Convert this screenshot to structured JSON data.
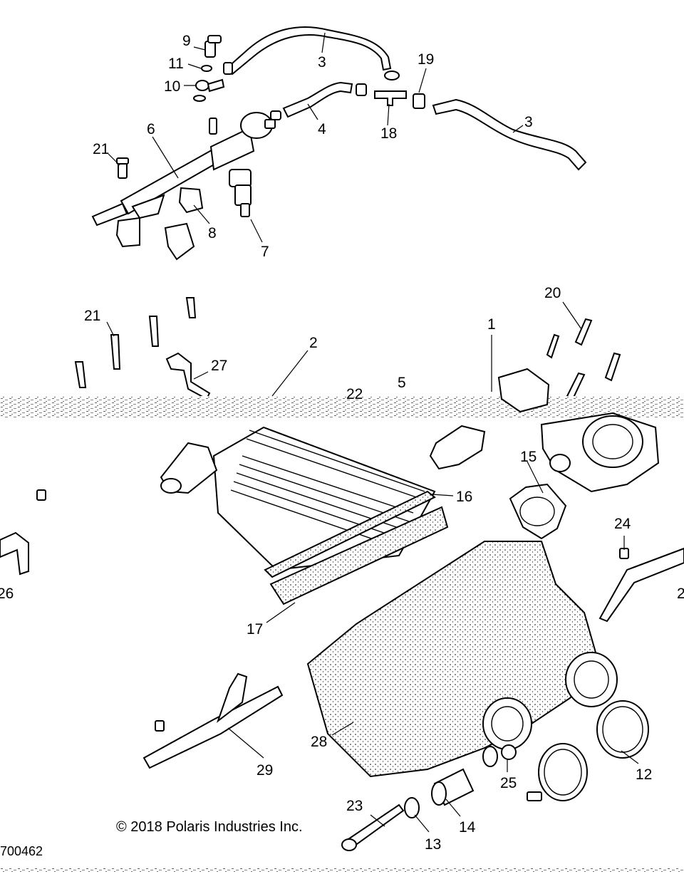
{
  "copyright": "© 2018 Polaris Industries Inc.",
  "figure_ref": "700462",
  "callouts": {
    "c1": "1",
    "c2": "2",
    "c3a": "3",
    "c3b": "3",
    "c4": "4",
    "c5": "5",
    "c6": "6",
    "c7": "7",
    "c8": "8",
    "c9": "9",
    "c10": "10",
    "c11": "11",
    "c12": "12",
    "c13": "13",
    "c14": "14",
    "c15": "15",
    "c16": "16",
    "c17": "17",
    "c18": "18",
    "c19": "19",
    "c20": "20",
    "c21a": "21",
    "c21b": "21",
    "c22": "22",
    "c23": "23",
    "c24": "24",
    "c25": "25",
    "c26": "26",
    "c27": "27",
    "c28": "28",
    "c29": "29",
    "c2b": "2"
  }
}
